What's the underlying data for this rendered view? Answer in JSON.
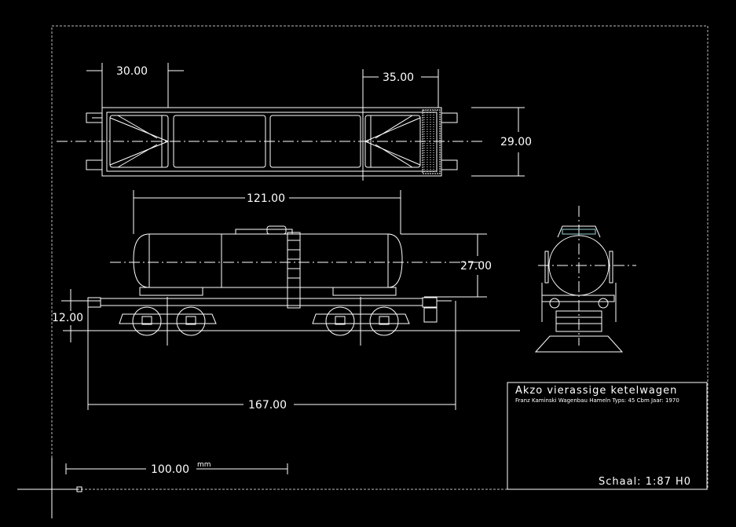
{
  "dimensions": {
    "top_left_width": "30.00",
    "top_right_width": "35.00",
    "top_height": "29.00",
    "tank_length": "121.00",
    "tank_height": "27.00",
    "buffer_height": "12.00",
    "overall_length": "167.00"
  },
  "scale_bar": {
    "value": "100.00",
    "unit": "mm"
  },
  "title_block": {
    "title": "Akzo vierassige ketelwagen",
    "subtitle": "Franz Kaminski Wagenbau Hameln Typs: 45 Cbm Jaar: 1970",
    "scale": "Schaal: 1:87 H0"
  },
  "colors": {
    "background": "#000000",
    "lines": "#ffffff",
    "frame": "#cfcfcf",
    "accent": "#9ad6d6"
  }
}
